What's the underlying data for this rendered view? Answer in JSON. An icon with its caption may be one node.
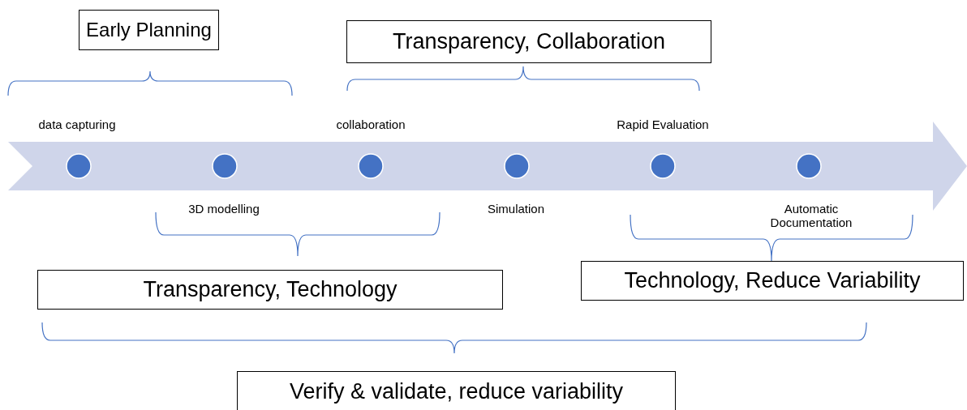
{
  "diagram": {
    "nodes": [
      {
        "text": [
          "Early Planning"
        ]
      },
      {
        "text": [
          "Transparency, Collaboration"
        ]
      },
      {
        "text": [],
        "shape": "arrow"
      },
      {
        "text": [],
        "shape": "circle",
        "in": 2,
        "beside": [
          "data capturing"
        ]
      },
      {
        "text": [],
        "shape": "circle",
        "in": 2,
        "beside": [
          "3D modelling"
        ]
      },
      {
        "text": [],
        "shape": "circle",
        "in": 2,
        "beside": [
          "collaboration"
        ]
      },
      {
        "text": [],
        "shape": "circle",
        "in": 2,
        "beside": [
          "Simulation"
        ]
      },
      {
        "text": [],
        "shape": "circle",
        "in": 2,
        "beside": [
          "Rapid Evaluation"
        ]
      },
      {
        "text": [],
        "shape": "circle",
        "in": 2,
        "beside": [
          "Automatic Documentation"
        ]
      },
      {
        "text": [
          "Transparency, Technology"
        ]
      },
      {
        "text": [
          "Technology, Reduce Variability"
        ]
      },
      {
        "text": [
          "Verify & validate, reduce variability"
        ]
      }
    ]
  }
}
